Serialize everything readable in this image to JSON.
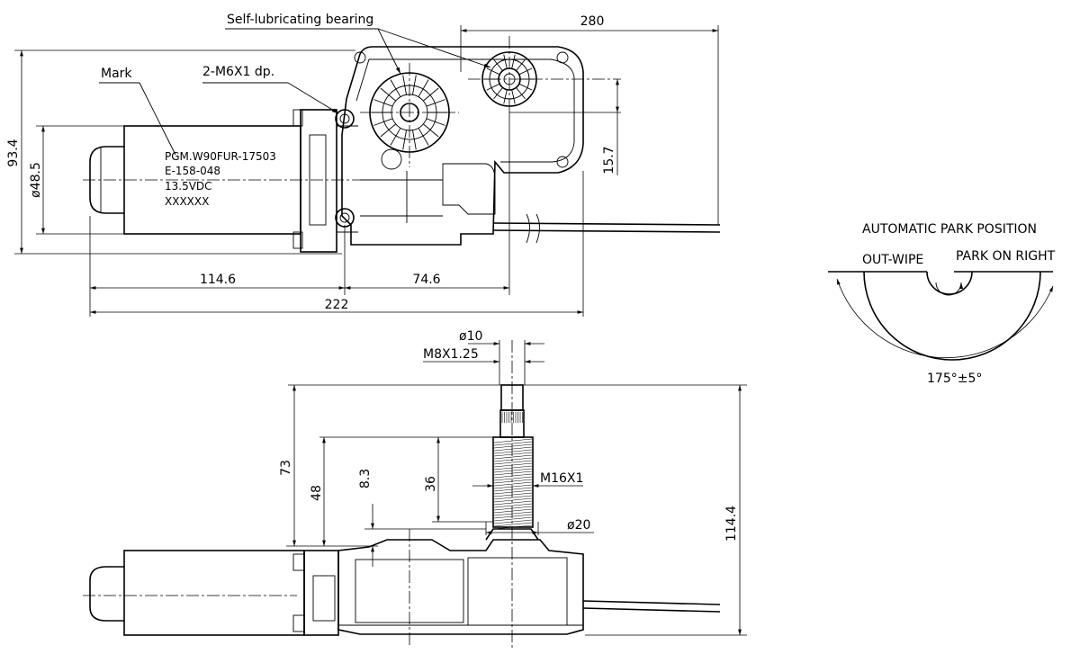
{
  "top_view": {
    "callouts": {
      "bearing": "Self-lubricating bearing",
      "mounting": "2-M6X1 dp.",
      "mark": "Mark"
    },
    "marking_text": [
      "PGM.W90FUR-17503",
      "E-158-048",
      "13.5VDC",
      "XXXXXX"
    ],
    "dimensions": {
      "overall_width_right": "280",
      "height": "93.4",
      "motor_diameter": "ø48.5",
      "motor_length": "114.6",
      "gear_offset": "74.6",
      "total_length": "222",
      "shaft_offset": "15.7"
    }
  },
  "side_view": {
    "dimensions": {
      "tip_diameter": "ø10",
      "tip_thread": "M8X1.25",
      "height_73": "73",
      "height_48": "48",
      "height_8_3": "8.3",
      "thread_length": "36",
      "shaft_thread": "M16X1",
      "base_diameter": "ø20",
      "total_height": "114.4"
    }
  },
  "park_diagram": {
    "title": "AUTOMATIC PARK POSITION",
    "left_label": "OUT-WIPE",
    "right_label": "PARK ON RIGHT",
    "angle": "175°±5°"
  }
}
